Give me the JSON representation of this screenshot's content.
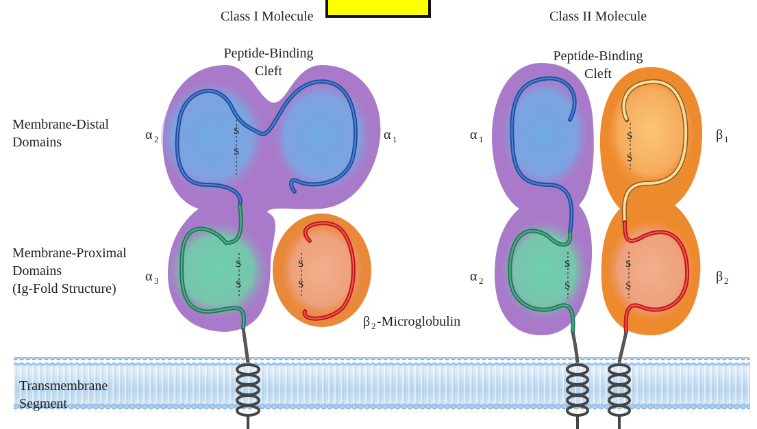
{
  "labels": {
    "class_i": "Class I Molecule",
    "class_ii": "Class II Molecule",
    "cleft_i_line1": "Peptide-Binding",
    "cleft_i_line2": "Cleft",
    "cleft_ii_line1": "Peptide-Binding",
    "cleft_ii_line2": "Cleft",
    "distal_line1": "Membrane-Distal",
    "distal_line2": "Domains",
    "proximal_line1": "Membrane-Proximal",
    "proximal_line2": "Domains",
    "proximal_line3": "(Ig-Fold Structure)",
    "microglobulin": "-Microglobulin",
    "transmembrane_line1": "Transmembrane",
    "transmembrane_line2": "Segment"
  },
  "greek": {
    "alpha": "α",
    "beta": "β",
    "sub_1": "1",
    "sub_2": "2",
    "sub_3": "3",
    "disulfide": "S"
  },
  "colors": {
    "highlight_box": "#ffff00",
    "class_i_body": "#a97ac9",
    "class_ii_alpha_body": "#a97ac9",
    "class_ii_beta_body": "#ee8a2e",
    "microglobulin_body": "#e8883a",
    "distal_chain": "#1f4f9e",
    "proximal_chain": "#1f7a55",
    "red_chain": "#c0161b",
    "beta1_chain": "#f4d58a",
    "membrane": "#cfe3f4",
    "membrane_head": "#8fbde3",
    "helix": "#555555"
  }
}
